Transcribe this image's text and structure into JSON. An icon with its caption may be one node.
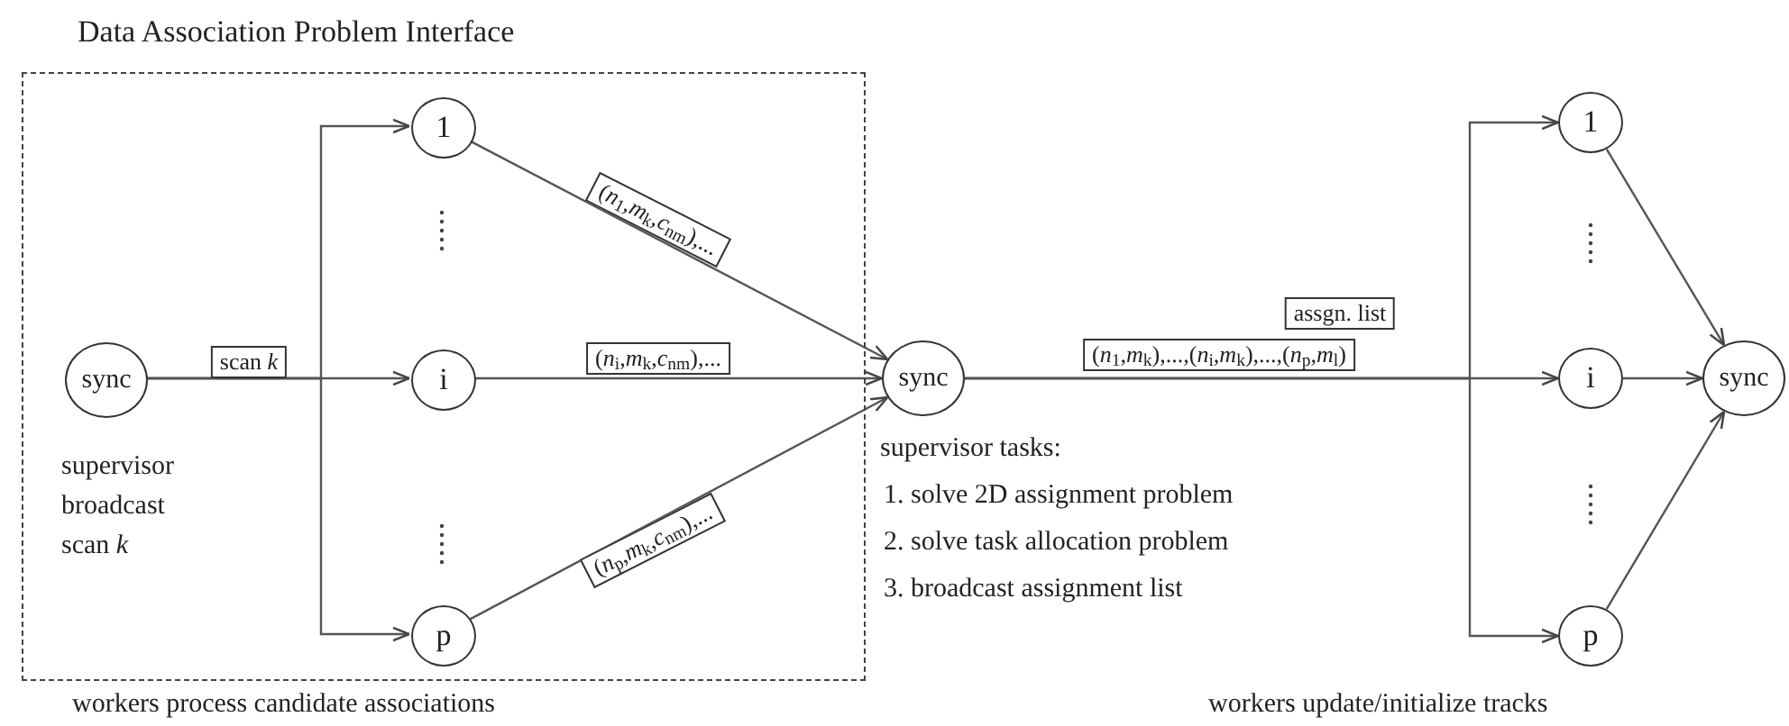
{
  "diagram": {
    "nodes": [
      {
        "text": [
          "Data Association Problem Interface"
        ],
        "beside": [
          "workers process candidate associations"
        ]
      },
      {
        "text": [
          "sync"
        ],
        "beside": [
          "supervisor broadcast scan *k*"
        ],
        "in": 0
      },
      {
        "text": [
          "1"
        ],
        "in": 0
      },
      {
        "text": [
          "i"
        ],
        "in": 0
      },
      {
        "text": [
          "p"
        ],
        "in": 0
      },
      {
        "text": [
          "sync"
        ],
        "beside": [
          "supervisor tasks:",
          "1. solve 2D assignment problem",
          "2. solve task allocation problem",
          "3. broadcast assignment list"
        ]
      },
      {
        "text": [
          "1"
        ]
      },
      {
        "text": [
          "i"
        ]
      },
      {
        "text": [
          "p"
        ]
      },
      {
        "text": [
          "sync"
        ]
      }
    ],
    "edges": [
      {
        "from": 1,
        "to": 2,
        "arrow": "to"
      },
      {
        "from": 1,
        "to": 3,
        "arrow": "to",
        "label": "scan *k*"
      },
      {
        "from": 1,
        "to": 4,
        "arrow": "to"
      },
      {
        "from": 2,
        "to": 5,
        "arrow": "to",
        "label": "(*n*$_{1}$,*m*$_{k}$,*c*$_{nm}$),..."
      },
      {
        "from": 3,
        "to": 5,
        "arrow": "to",
        "label": "(*n*$_{i}$,*m*$_{k}$,*c*$_{nm}$),..."
      },
      {
        "from": 4,
        "to": 5,
        "arrow": "to",
        "label": "(*n*$_{p}$,*m*$_{k}$,*c*$_{nm}$),..."
      },
      {
        "from": 5,
        "to": 6,
        "arrow": "to",
        "label": "assgn. list"
      },
      {
        "from": 5,
        "to": 7,
        "arrow": "to",
        "label": "(*n*$_{1}$,*m*$_{k}$),...,(*n*$_{i}$,*m*$_{k}$),...,(*n*$_{p}$,*m*$_{l}$)"
      },
      {
        "from": 5,
        "to": 8,
        "arrow": "to"
      },
      {
        "from": 6,
        "to": 9,
        "arrow": "to"
      },
      {
        "from": 7,
        "to": 9,
        "arrow": "to"
      },
      {
        "from": 8,
        "to": 9,
        "arrow": "to"
      }
    ],
    "labels": [
      "workers update/initialize tracks"
    ]
  }
}
